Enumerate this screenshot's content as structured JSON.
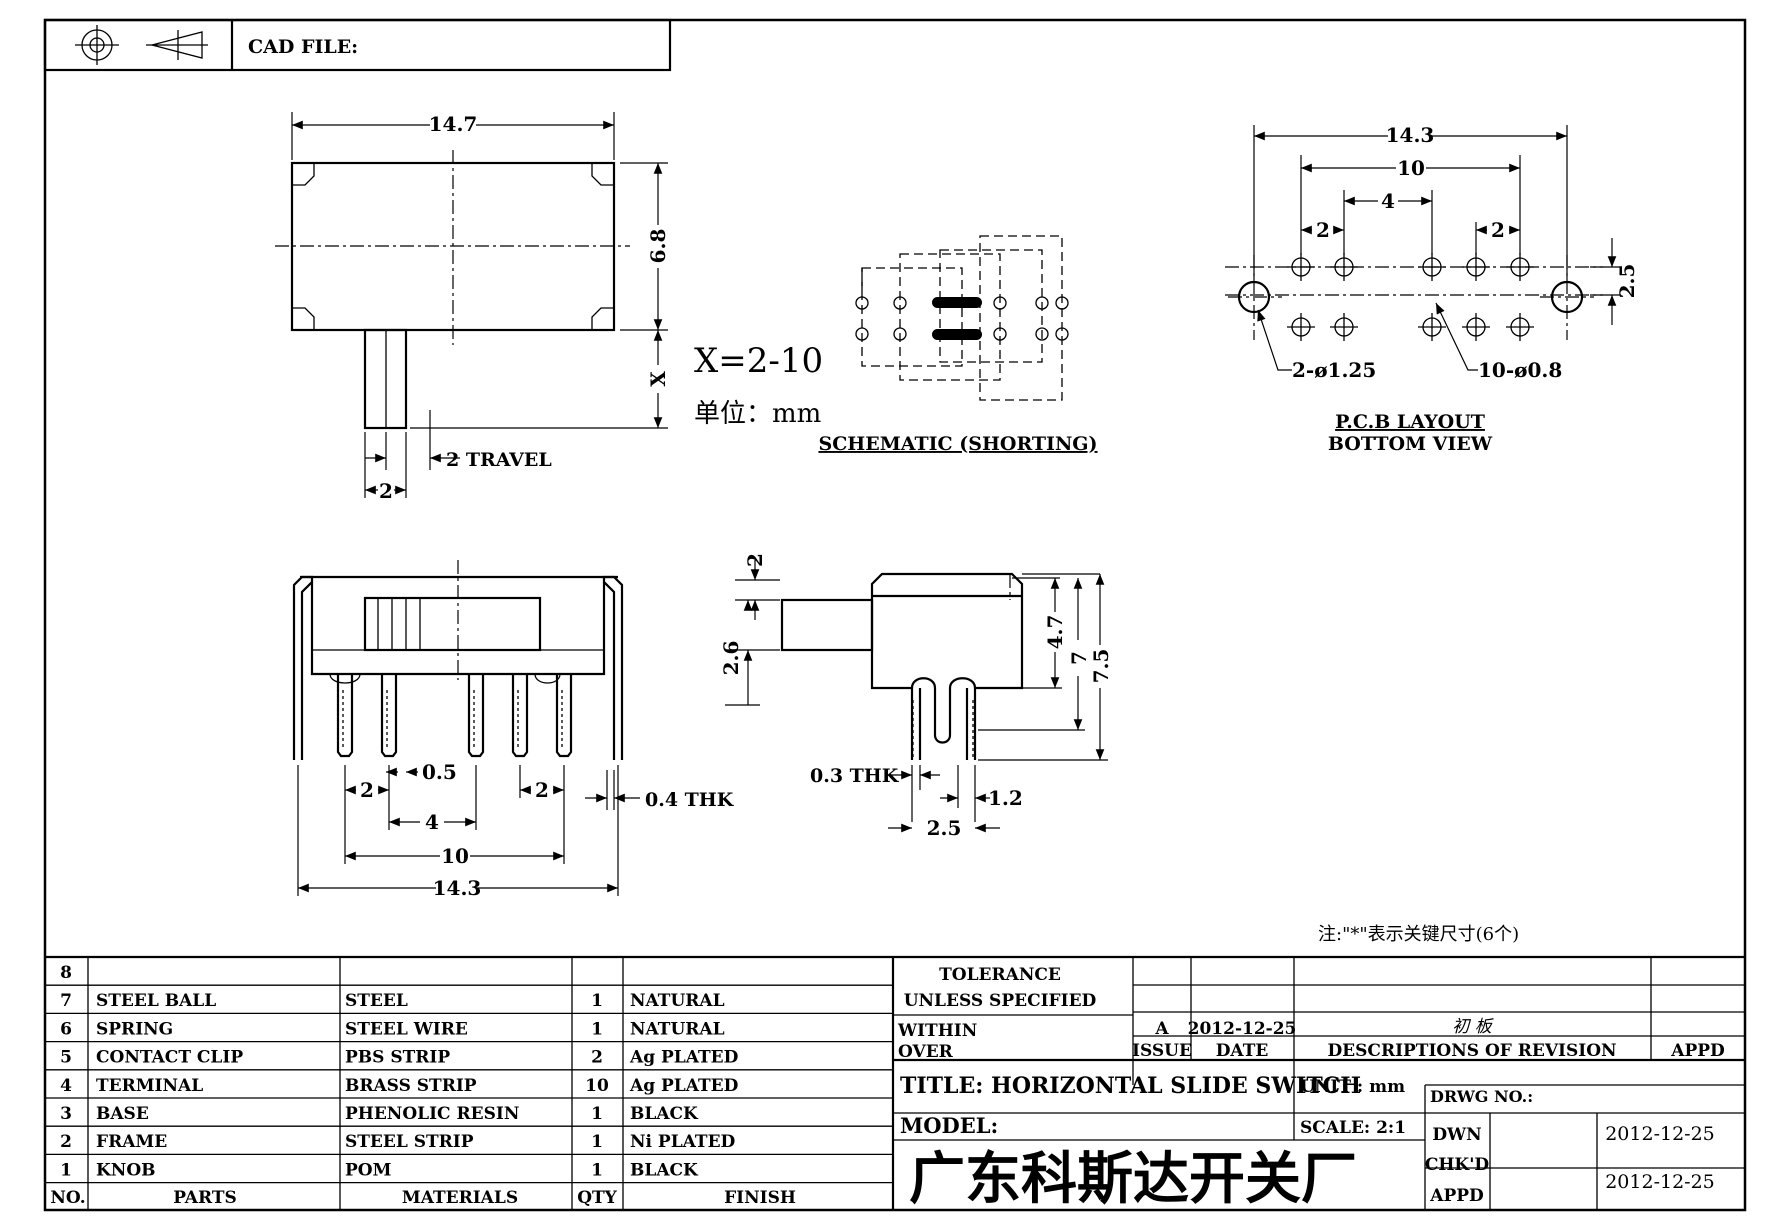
{
  "header": {
    "cad_file_label": "CAD FILE:"
  },
  "icons": {
    "projection": "third-angle-projection-icon"
  },
  "top_view": {
    "width_dim": "14.7",
    "height_dim": "6.8",
    "x_dim": "X",
    "travel_label": "2 TRAVEL",
    "knob_dim": "2"
  },
  "note_x": {
    "formula": "X=2-10",
    "unit": "单位：mm"
  },
  "schematic": {
    "title": "SCHEMATIC (SHORTING)"
  },
  "pcb": {
    "overall_dim": "14.3",
    "pin_span_dim": "10",
    "gap_dim": "4",
    "pitch_left_dim": "2",
    "pitch_right_dim": "2",
    "row_dim": "2.5",
    "big_hole_label": "2-ø1.25",
    "small_hole_label": "10-ø0.8",
    "title_line1": "P.C.B LAYOUT",
    "title_line2": "BOTTOM VIEW"
  },
  "front_view": {
    "dim_05": "0.5",
    "dim_2_left": "2",
    "dim_2_right": "2",
    "dim_4": "4",
    "dim_10": "10",
    "dim_143": "14.3",
    "thk_label": "0.4 THK"
  },
  "side_view": {
    "dim_2": "2",
    "dim_26": "2.6",
    "dim_47": "4.7",
    "dim_7": "7",
    "dim_75": "7.5",
    "thk_label": "0.3 THK",
    "dim_12": "1.2",
    "dim_25": "2.5"
  },
  "footnote": "注:\"*\"表示关键尺寸(6个)",
  "bom": {
    "header": {
      "no": "NO.",
      "parts": "PARTS",
      "materials": "MATERIALS",
      "qty": "QTY",
      "finish": "FINISH"
    },
    "rows": [
      {
        "no": "8",
        "part": "",
        "material": "",
        "qty": "",
        "finish": ""
      },
      {
        "no": "7",
        "part": "STEEL BALL",
        "material": "STEEL",
        "qty": "1",
        "finish": "NATURAL"
      },
      {
        "no": "6",
        "part": "SPRING",
        "material": "STEEL WIRE",
        "qty": "1",
        "finish": "NATURAL"
      },
      {
        "no": "5",
        "part": "CONTACT CLIP",
        "material": "PBS STRIP",
        "qty": "2",
        "finish": "Ag PLATED"
      },
      {
        "no": "4",
        "part": "TERMINAL",
        "material": "BRASS STRIP",
        "qty": "10",
        "finish": "Ag PLATED"
      },
      {
        "no": "3",
        "part": "BASE",
        "material": "PHENOLIC RESIN",
        "qty": "1",
        "finish": "BLACK"
      },
      {
        "no": "2",
        "part": "FRAME",
        "material": "STEEL STRIP",
        "qty": "1",
        "finish": "Ni PLATED"
      },
      {
        "no": "1",
        "part": "KNOB",
        "material": "POM",
        "qty": "1",
        "finish": "BLACK"
      }
    ]
  },
  "title_block": {
    "tolerance_line1": "TOLERANCE",
    "tolerance_line2": "UNLESS  SPECIFIED",
    "within": "WITHIN",
    "over": "OVER",
    "issue_value": "A",
    "issue_date": "2012-12-25",
    "issue_desc": "初 板",
    "issue_label": "ISSUE",
    "date_label": "DATE",
    "desc_label": "DESCRIPTIONS OF REVISION",
    "appd_label": "APPD",
    "title": "TITLE: HORIZONTAL SLIDE SWITCH",
    "unit": "UNIT : mm",
    "drwg_no": "DRWG NO.:",
    "model": "MODEL:",
    "scale": "SCALE: 2:1",
    "dwn_label": "DWN",
    "dwn_date": "2012-12-25",
    "chkd_label": "CHK'D",
    "appd_label2": "APPD",
    "chkd_date": "2012-12-25",
    "company": "广东科斯达开关厂"
  }
}
